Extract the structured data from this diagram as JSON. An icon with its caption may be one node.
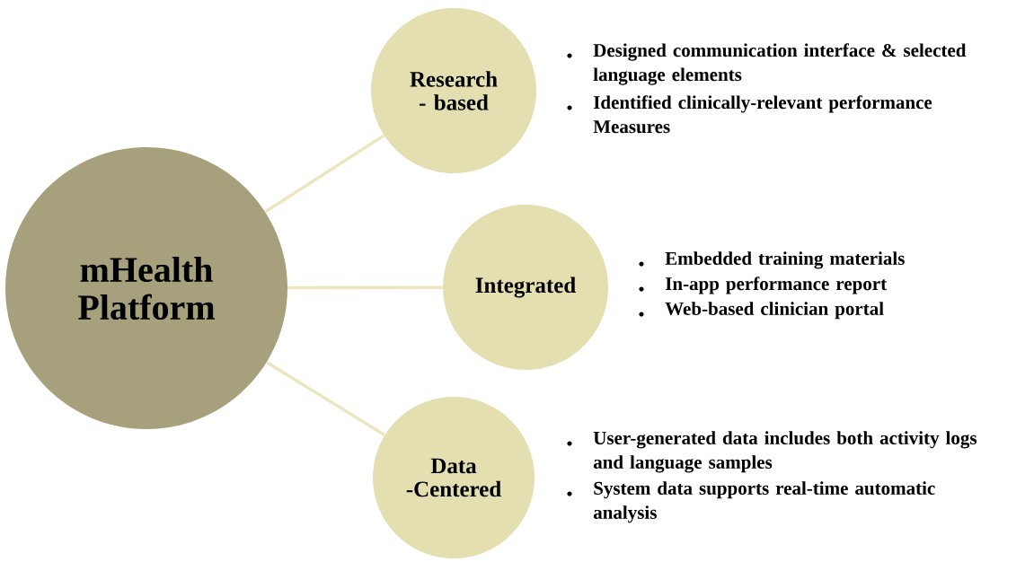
{
  "diagram": {
    "nodes": [
      {
        "text": [
          "mHealth Platform"
        ]
      },
      {
        "text": [
          "Research - based"
        ],
        "beside": [
          "Designed communication interface & selected language elements",
          "Identified clinically-relevant performance Measures"
        ]
      },
      {
        "text": [
          "Integrated"
        ],
        "beside": [
          "Embedded training materials",
          "In-app performance report",
          "Web-based clinician portal"
        ]
      },
      {
        "text": [
          "Data -Centered"
        ],
        "beside": [
          "User-generated data includes both activity logs and language samples",
          "System data supports real-time automatic analysis"
        ]
      }
    ],
    "edges": [
      {
        "from": 0,
        "to": 1,
        "arrow": "none"
      },
      {
        "from": 0,
        "to": 2,
        "arrow": "none"
      },
      {
        "from": 0,
        "to": 3,
        "arrow": "none"
      }
    ]
  }
}
